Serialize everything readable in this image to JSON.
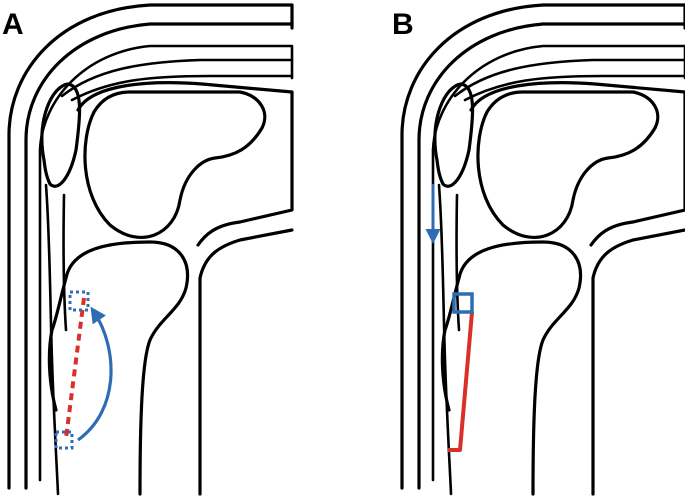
{
  "panels": [
    {
      "id": "A",
      "label": "A"
    },
    {
      "id": "B",
      "label": "B"
    }
  ],
  "colors": {
    "outline": "#000000",
    "red": "#d9302a",
    "blue": "#2e6db4",
    "background": "#ffffff"
  }
}
